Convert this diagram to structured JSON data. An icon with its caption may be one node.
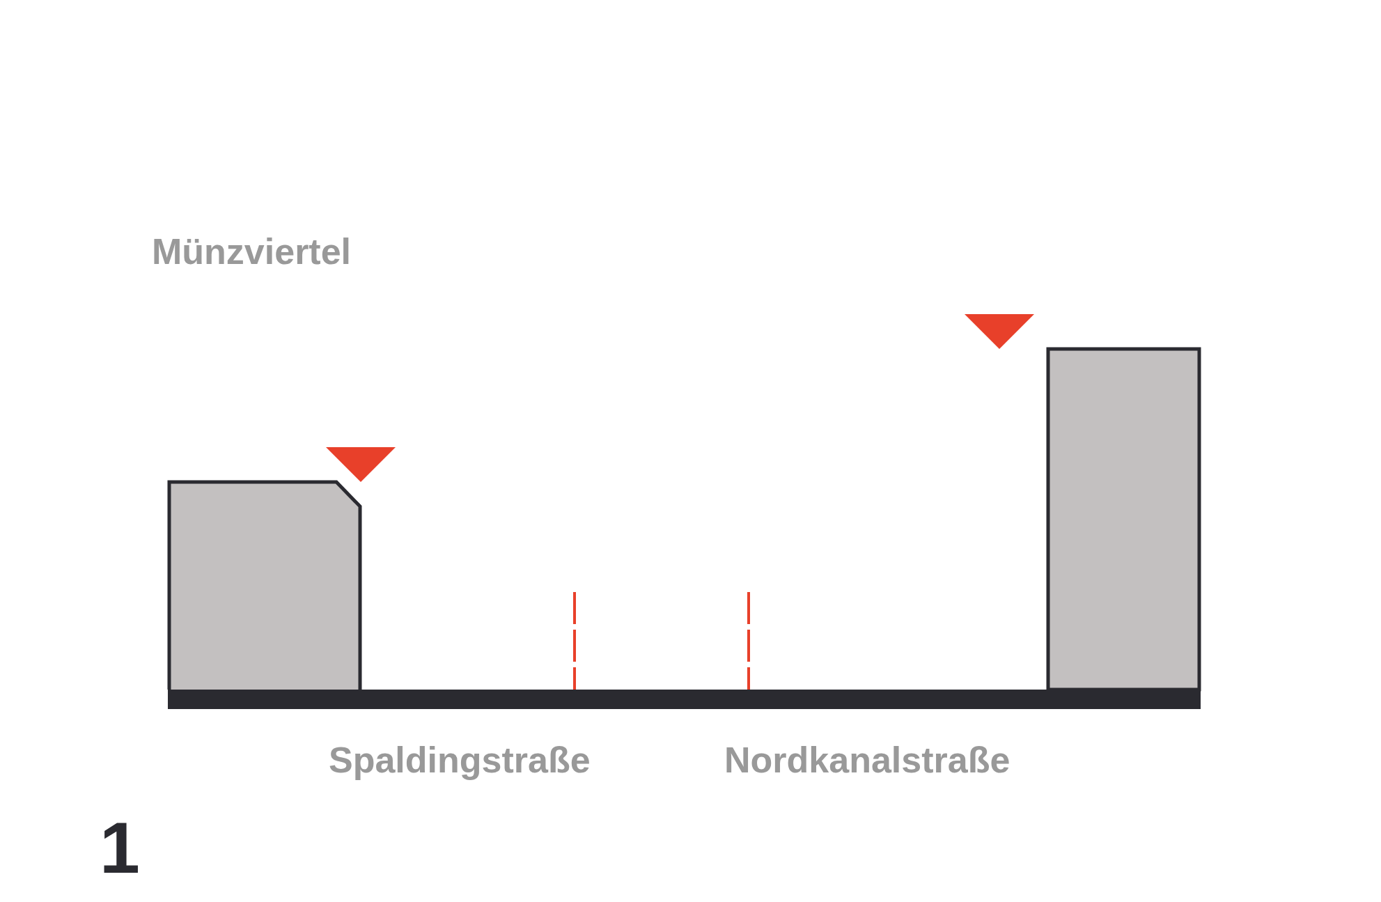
{
  "diagram": {
    "labels": [
      "Münzviertel",
      "Spaldingstraße",
      "Nordkanalstraße",
      "1"
    ]
  }
}
